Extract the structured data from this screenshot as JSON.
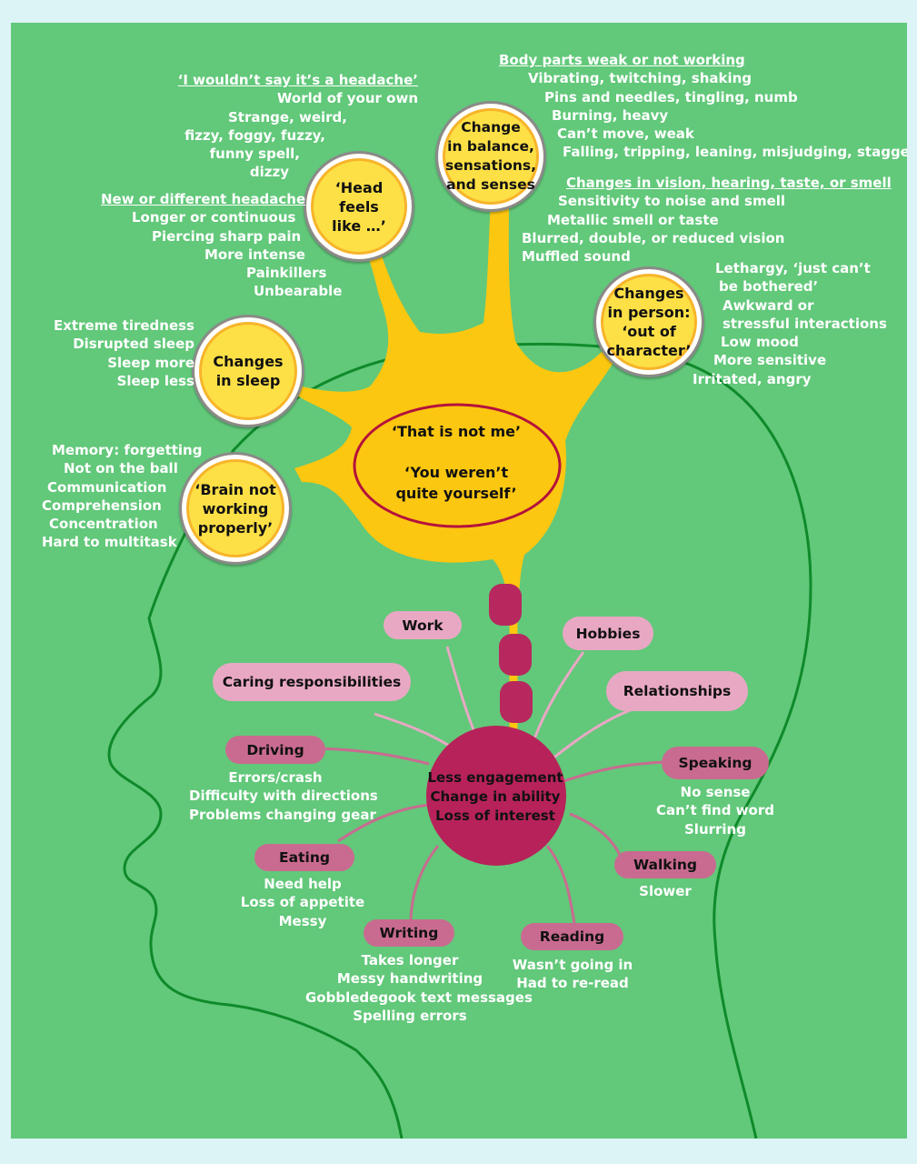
{
  "center": {
    "line1": "‘That is not me’",
    "line2": "‘You weren’t",
    "line3": "quite yourself’"
  },
  "circles": {
    "head_feels": "‘Head feels\nlike …’",
    "balance": "Change\nin balance,\nsensations,\nand senses",
    "person": "Changes\nin person:\n‘out of\ncharacter’",
    "sleep": "Changes\nin sleep",
    "brain": "‘Brain not\nworking\nproperly’"
  },
  "texts": {
    "headache_quote": {
      "heading": "‘I wouldn’t say it’s a headache’",
      "items": [
        "World of your own",
        "Strange, weird,",
        "fizzy, foggy, fuzzy,",
        "funny spell,",
        "dizzy"
      ]
    },
    "new_headache": {
      "heading": "New or different headache",
      "items": [
        "Longer or continuous",
        "Piercing sharp pain",
        "More intense",
        "Painkillers",
        "Unbearable"
      ]
    },
    "body_parts": {
      "heading": "Body parts weak or not working",
      "items": [
        "Vibrating, twitching, shaking",
        "Pins and needles, tingling, numb",
        "Burning, heavy",
        "Can’t move, weak",
        "Falling, tripping, leaning, misjudging, staggering"
      ]
    },
    "senses": {
      "heading": "Changes in vision, hearing, taste, or smell",
      "items": [
        "Sensitivity to noise and smell",
        "Metallic smell or taste",
        "Blurred, double, or reduced vision",
        "Muffled sound"
      ]
    },
    "person": {
      "items": [
        "Lethargy, ‘just can’t",
        "be bothered’",
        "Awkward or",
        "stressful interactions",
        "Low mood",
        "More sensitive",
        "Irritated, angry"
      ]
    },
    "sleep": {
      "items": [
        "Extreme tiredness",
        "Disrupted sleep",
        "Sleep more",
        "Sleep less"
      ]
    },
    "brain": {
      "items": [
        "Memory: forgetting",
        "Not on the ball",
        "Communication",
        "Comprehension",
        "Concentration",
        "Hard to multitask"
      ]
    }
  },
  "hub": {
    "line1": "Less engagement",
    "line2": "Change in ability",
    "line3": "Loss of interest"
  },
  "pills": {
    "work": "Work",
    "hobbies": "Hobbies",
    "caring": "Caring responsibilities",
    "relationships": "Relationships",
    "driving": "Driving",
    "speaking": "Speaking",
    "eating": "Eating",
    "walking": "Walking",
    "writing": "Writing",
    "reading": "Reading"
  },
  "details": {
    "driving": [
      "Errors/crash",
      "Difficulty with directions",
      "Problems changing gear"
    ],
    "speaking": [
      "No sense",
      "Can’t find word",
      "Slurring"
    ],
    "eating": [
      "Need help",
      "Loss of appetite",
      "Messy"
    ],
    "walking": [
      "Slower"
    ],
    "writing": [
      "Takes longer",
      "Messy handwriting",
      "Gobbledegook text messages",
      "Spelling errors"
    ],
    "reading": [
      "Wasn’t going in",
      "Had to re-read"
    ]
  },
  "colors": {
    "panel": "#62c87a",
    "outline": "#0f8a2a",
    "neuron": "#fcc710",
    "center_ring": "#b4123c",
    "axon": "#b7285e",
    "hub": "#b7225a",
    "pill_light": "#e8a8c4",
    "pill_dark": "#c96b90"
  }
}
